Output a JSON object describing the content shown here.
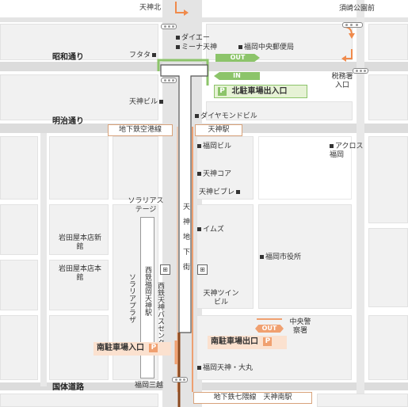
{
  "roads": {
    "showa": "昭和通り",
    "meiji": "明治通り",
    "kokutai": "国体道路"
  },
  "intersections": {
    "tenjin_kita": "天神北",
    "suzaki_koen_mae": "須崎公園前",
    "fukuoka_mitsukoshi": "福岡三越"
  },
  "stations": {
    "airport_line_sign": "地下鉄空港線",
    "tenjin_station": "天神駅",
    "nanakuma_line_sign": "地下鉄七隈線　天神南駅",
    "nishitetsu_tenjin": "西鉄福岡天神駅",
    "bus_center": "西鉄天神バスセンター"
  },
  "underground_mall": "天神地下街",
  "landmarks": {
    "daiei": "ダイエー",
    "mina_tenjin": "ミーナ天神",
    "post_office": "福岡中央郵便局",
    "futata": "フタタ",
    "tax_office": "税務署入口",
    "tenjin_building": "天神ビル",
    "diamond_building": "ダイヤモンドビル",
    "fukuoka_building": "福岡ビル",
    "tenjin_core": "天神コア",
    "tenjin_vivre": "天神ビブレ",
    "acros": "アクロス福岡",
    "solaria_stage": "ソラリアステージ",
    "iwataya_shinkan": "岩田屋本店新館",
    "iwataya_honkan": "岩田屋本店本館",
    "solaria_plaza": "ソラリアプラザ",
    "ims": "イムズ",
    "city_hall": "福岡市役所",
    "tenjin_twin": "天神ツインビル",
    "chuo_police": "中央警察署",
    "daimaru": "福岡天神・大丸"
  },
  "parking": {
    "north_exit_entrance": "北駐車場出入口",
    "south_exit": "南駐車場出口",
    "south_entrance": "南駐車場入口",
    "p_icon": "P",
    "out_tag": "OUT",
    "in_tag": "IN"
  },
  "bus_icon": "bus-stop-icon",
  "colors": {
    "green_route": "#8cc46a",
    "orange_route": "#f0a070",
    "subway_line": "#f08a4b",
    "brown_line": "#8b4a20",
    "north_parking_bg": "#e6f2d5",
    "south_parking_bg": "#fbe1cf"
  }
}
